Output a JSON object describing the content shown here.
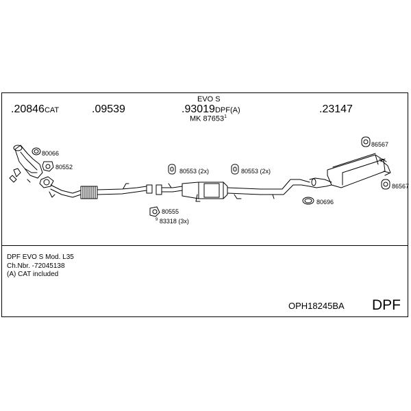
{
  "header_labels": {
    "part_a": ".20846",
    "part_a_suffix": "CAT",
    "part_b": ".09539",
    "part_c_top": "EVO S",
    "part_c": ".93019",
    "part_c_suffix": "DPF(A)",
    "part_c_sub": "MK  87653",
    "part_c_sub_mark": "1",
    "part_d": ".23147"
  },
  "callouts": {
    "c80066": "80066",
    "c80552": "80552",
    "c80553_left": "80553 (2x)",
    "c80553_right": "80553 (2x)",
    "c80555": "80555",
    "c83318": "83318 (3x)",
    "c83318_mark": "9",
    "c80696": "80696",
    "c86567_top": "86567",
    "c86567_right": "86567"
  },
  "notes": {
    "line1": "DPF EVO S   Mod. L35",
    "line2": "Ch.Nbr. -72045138",
    "line3": "(A) CAT included"
  },
  "footer": {
    "code": "OPH18245BA",
    "type": "DPF"
  }
}
